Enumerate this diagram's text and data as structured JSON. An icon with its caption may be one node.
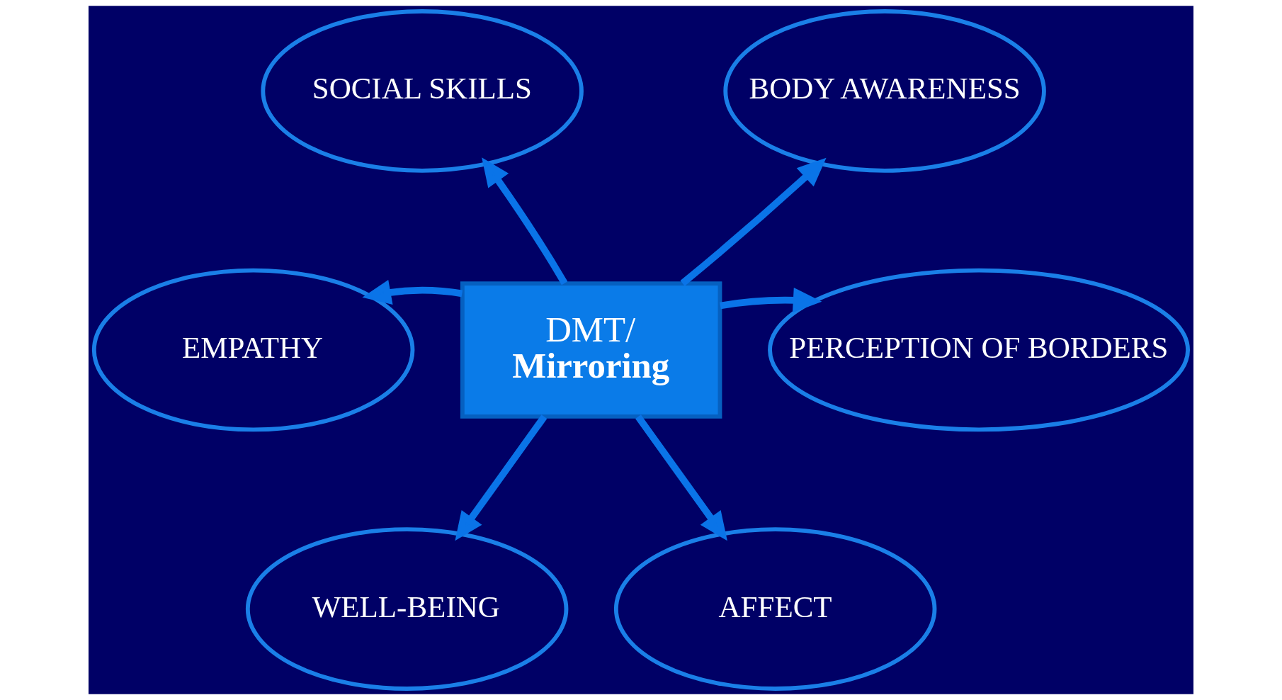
{
  "diagram": {
    "nodes": [
      {
        "text": [
          "SOCIAL SKILLS"
        ]
      },
      {
        "text": [
          "EMPATHY"
        ]
      },
      {
        "text": [
          "BODY AWARENESS"
        ]
      },
      {
        "text": [
          "PERCEPTION OF BORDERS"
        ]
      },
      {
        "text": [
          "DMT/",
          "Mirroring"
        ]
      },
      {
        "text": [
          "WELL-BEING"
        ]
      },
      {
        "text": [
          "AFFECT"
        ]
      }
    ],
    "edges": [
      {
        "from": 4,
        "to": 0,
        "arrow": "to"
      },
      {
        "from": 4,
        "to": 1,
        "arrow": "to"
      },
      {
        "from": 4,
        "to": 2,
        "arrow": "to"
      },
      {
        "from": 4,
        "to": 3,
        "arrow": "to"
      },
      {
        "from": 4,
        "to": 5,
        "arrow": "to"
      },
      {
        "from": 4,
        "to": 6,
        "arrow": "to"
      }
    ]
  }
}
